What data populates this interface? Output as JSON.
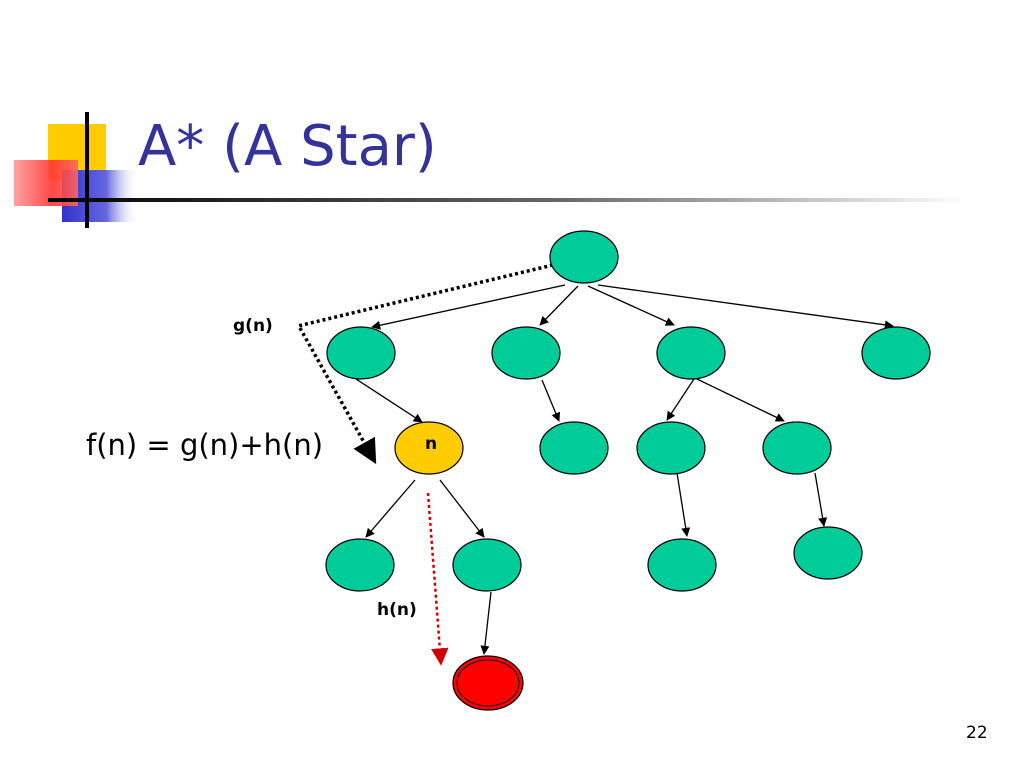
{
  "title": "A* (A Star)",
  "labels": {
    "g": "g(n)",
    "h": "h(n)",
    "f": "f(n) = g(n)+h(n)",
    "node_n": "n"
  },
  "page_number": "22",
  "colors": {
    "title": "#333399",
    "node_fill": "#00CC99",
    "current_node_fill": "#FFCC00",
    "goal_node_fill": "#FF0000",
    "g_path": "#000000",
    "h_path": "#CC0000",
    "deco_yellow": "#FFCC00",
    "deco_red": "#FF3333",
    "deco_blue": "#3333CC"
  }
}
